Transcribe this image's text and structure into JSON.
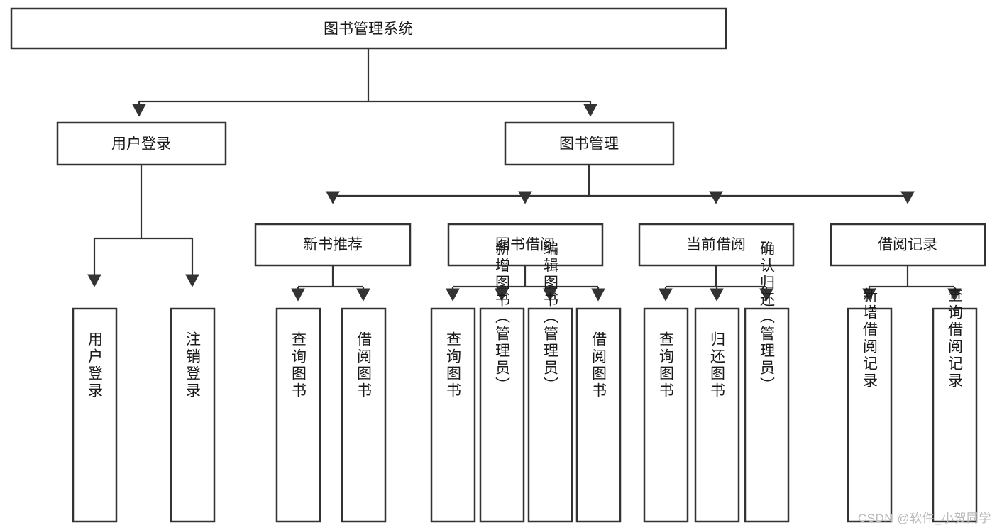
{
  "diagram": {
    "title": "图书管理系统",
    "type": "tree-hierarchy",
    "root": {
      "label": "图书管理系统"
    },
    "level1": [
      {
        "label": "用户登录"
      },
      {
        "label": "图书管理"
      }
    ],
    "level2": [
      {
        "label": "新书推荐"
      },
      {
        "label": "图书借阅"
      },
      {
        "label": "当前借阅"
      },
      {
        "label": "借阅记录"
      }
    ],
    "leaves": {
      "user_login": [
        {
          "label": "用户登录"
        },
        {
          "label": "注销登录"
        }
      ],
      "new_book_recommend": [
        {
          "label": "查询图书"
        },
        {
          "label": "借阅图书"
        }
      ],
      "book_borrow": [
        {
          "label": "查询图书"
        },
        {
          "label": "新增图书（管理员）"
        },
        {
          "label": "编辑图书（管理员）"
        },
        {
          "label": "借阅图书"
        }
      ],
      "current_borrow": [
        {
          "label": "查询图书"
        },
        {
          "label": "归还图书"
        },
        {
          "label": "确认归还（管理员）"
        }
      ],
      "borrow_record": [
        {
          "label": "新增借阅记录"
        },
        {
          "label": "查询借阅记录"
        }
      ]
    }
  },
  "watermark": {
    "text": "CSDN @软件_小贺同学"
  },
  "colors": {
    "stroke": "#333333",
    "fill": "#ffffff",
    "text": "#1a1a1a",
    "watermark": "#b9b9b9"
  }
}
